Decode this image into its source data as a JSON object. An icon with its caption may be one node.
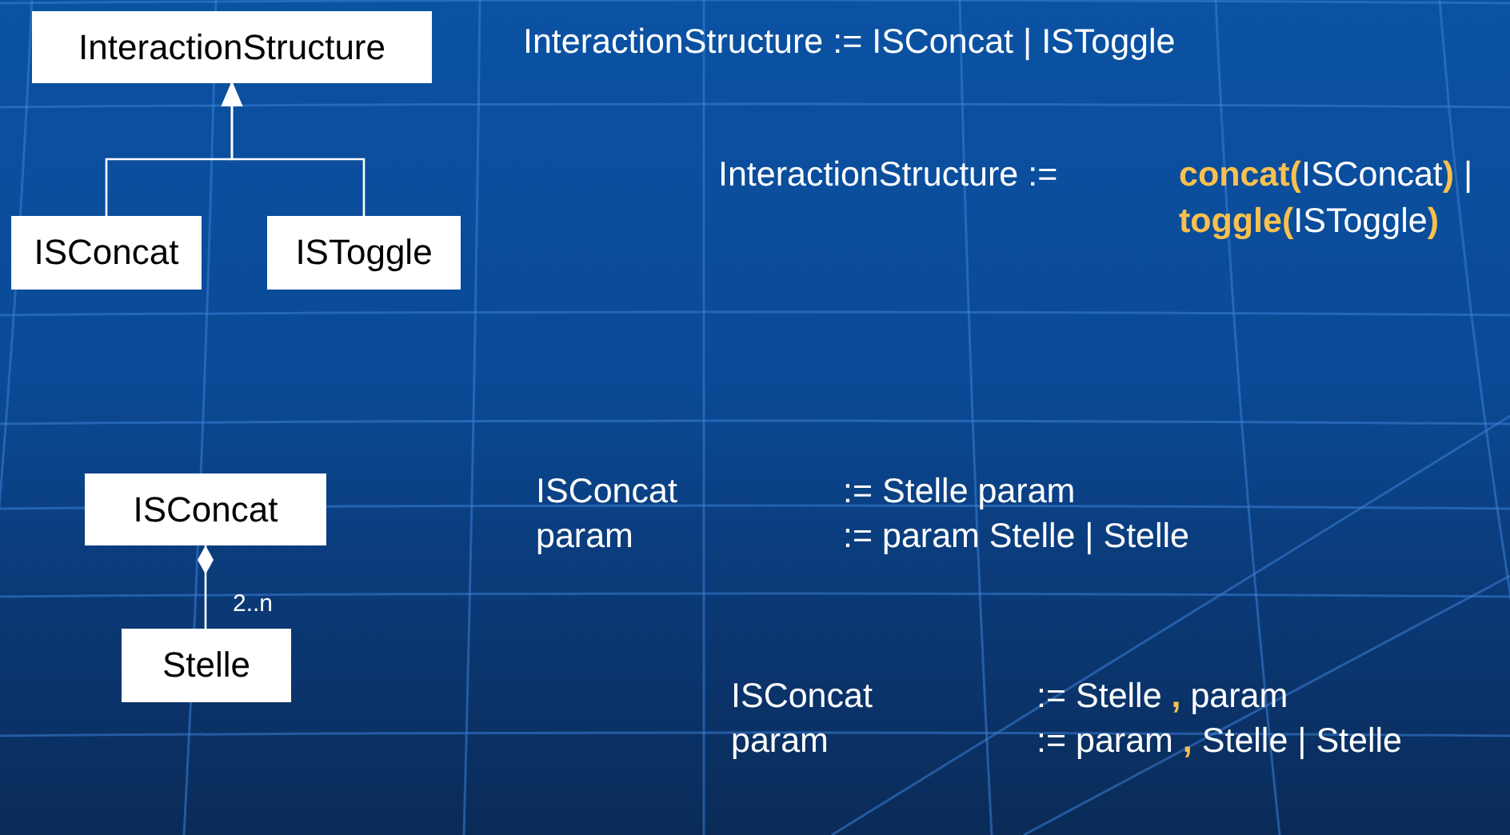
{
  "diagram": {
    "nodes": [
      {
        "text": [
          "InteractionStructure"
        ]
      },
      {
        "text": [
          "ISConcat"
        ]
      },
      {
        "text": [
          "ISToggle"
        ]
      },
      {
        "text": [
          "ISConcat"
        ]
      },
      {
        "text": [
          "Stelle"
        ]
      }
    ],
    "edges": [
      {
        "from": 1,
        "to": 0,
        "arrow": "to"
      },
      {
        "from": 2,
        "to": 0,
        "arrow": "to"
      },
      {
        "from": 3,
        "to": 4,
        "arrow": "other",
        "label": "2..n"
      }
    ],
    "labels": [
      "InteractionStructure := ISConcat | ISToggle",
      "InteractionStructure :=",
      "**concat(**ISConcat**)** |",
      "**toggle(**ISToggle**)**",
      "ISConcat",
      ":= Stelle param",
      "param",
      ":= param Stelle | Stelle",
      "ISConcat",
      ":= Stelle **,** param",
      "param",
      ":= param **,** Stelle | Stelle"
    ]
  }
}
